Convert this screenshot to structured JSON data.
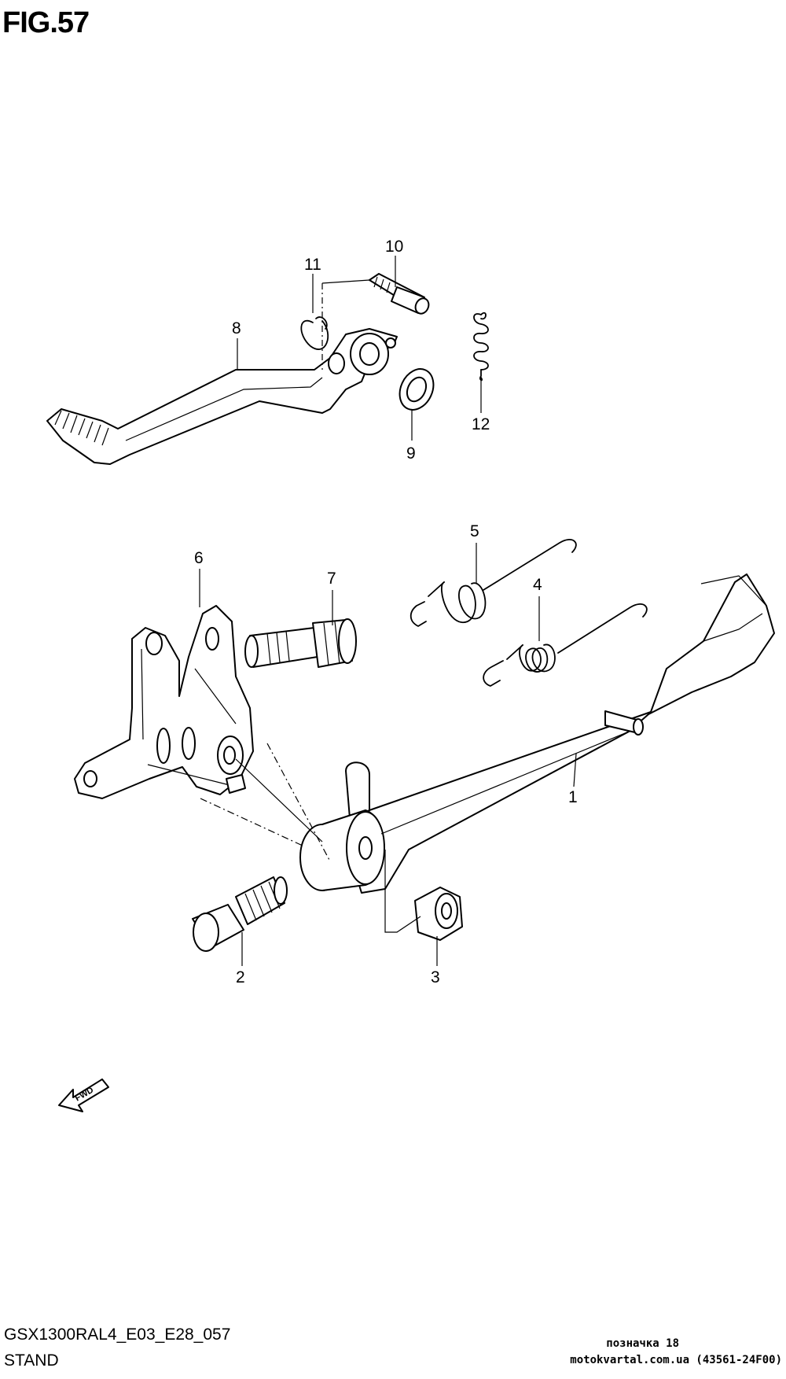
{
  "figure": {
    "title": "FIG.57"
  },
  "callouts": {
    "p1": "1",
    "p2": "2",
    "p3": "3",
    "p4": "4",
    "p5": "5",
    "p6": "6",
    "p7": "7",
    "p8": "8",
    "p9": "9",
    "p10": "10",
    "p11": "11",
    "p12": "12"
  },
  "direction_arrow": {
    "label": "FWD"
  },
  "footer": {
    "model_code": "GSX1300RAL4_E03_E28_057",
    "section_name": "STAND",
    "mark_label": "позначка 18",
    "mark_source": "motokvartal.com.ua (43561-24F00)"
  }
}
